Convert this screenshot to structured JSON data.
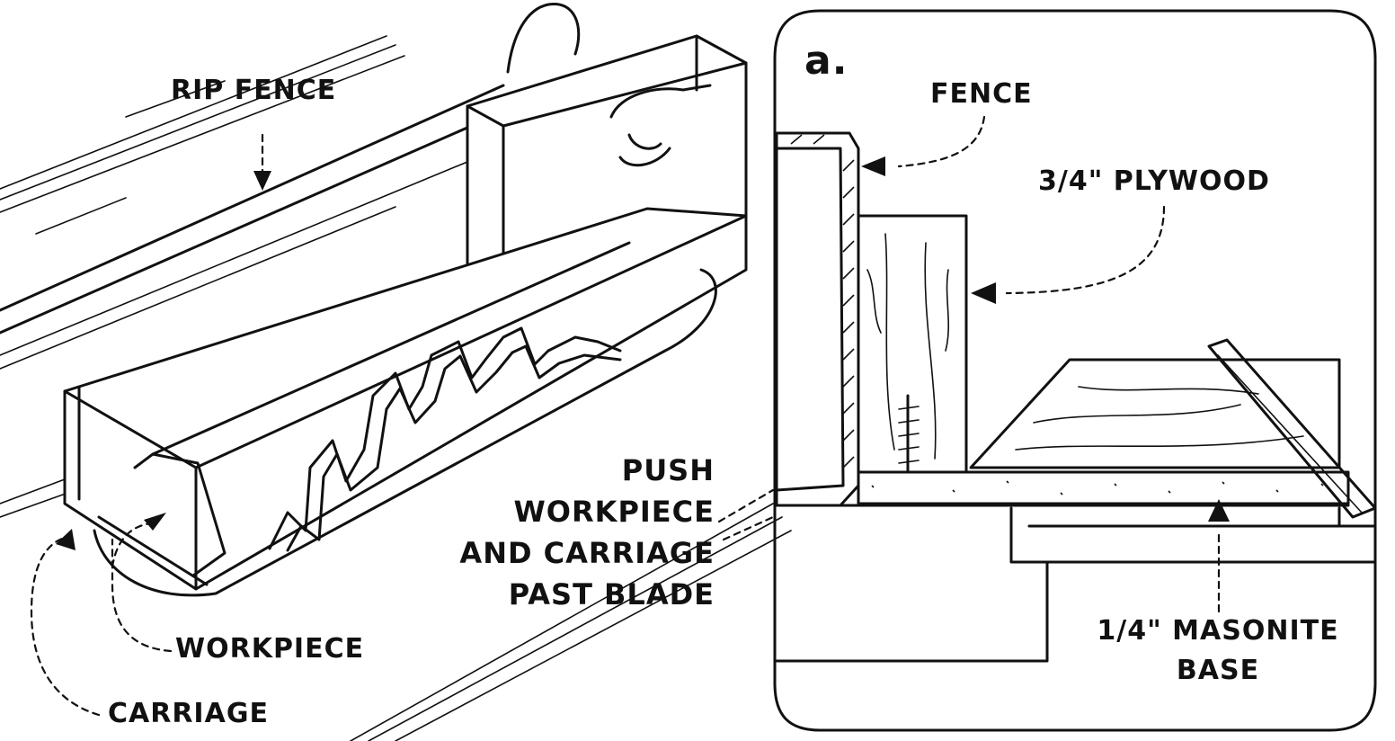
{
  "detail_letter": "a.",
  "labels": {
    "rip_fence": "RIP FENCE",
    "push_lines": [
      "PUSH",
      "WORKPIECE",
      "AND CARRIAGE",
      "PAST BLADE"
    ],
    "workpiece": "WORKPIECE",
    "carriage": "CARRIAGE",
    "fence": "FENCE",
    "plywood": "3/4\" PLYWOOD",
    "masonite_lines": [
      "1/4\" MASONITE",
      "BASE"
    ]
  }
}
